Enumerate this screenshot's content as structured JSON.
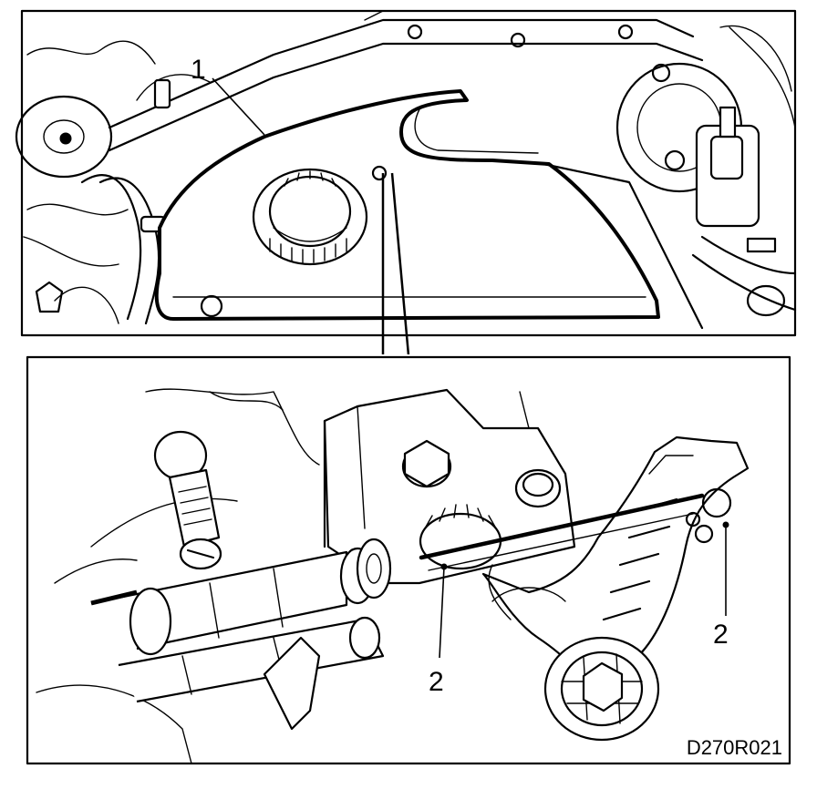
{
  "callouts": {
    "top_reservoir": "1",
    "left_sensor": "2",
    "right_sensor": "2"
  },
  "figure_code": "D270R021",
  "colors": {
    "ink": "#000000",
    "paper": "#ffffff"
  }
}
